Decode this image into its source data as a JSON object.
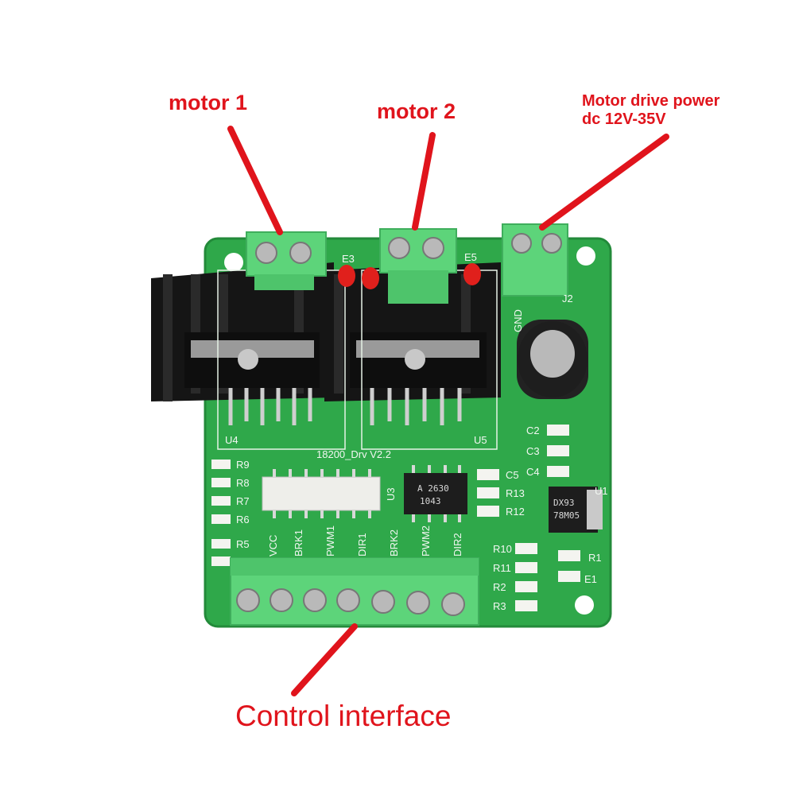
{
  "callouts": {
    "motor1": "motor 1",
    "motor2": "motor 2",
    "power_line1": "Motor drive power",
    "power_line2": "dc 12V-35V",
    "control": "Control interface"
  },
  "board": {
    "version": "18200_Drv V2.2",
    "connector_j2": "J2",
    "gnd": "GND",
    "u4": "U4",
    "u5": "U5",
    "u3": "U3",
    "u1": "U1",
    "e1": "E1",
    "e3": "E3",
    "e5": "E5",
    "pins": [
      "VCC",
      "BRK1",
      "PWM1",
      "DIR1",
      "BRK2",
      "PWM2",
      "DIR2"
    ],
    "resistors_left": [
      "R9",
      "R8",
      "R7",
      "R6",
      "R5"
    ],
    "caps_right": [
      "C2",
      "C3",
      "C4"
    ],
    "mid_labels": [
      "C5",
      "R13",
      "R12"
    ],
    "bottom_right": [
      "R10",
      "R11",
      "R2",
      "R3"
    ],
    "r1": "R1",
    "opto_text_1": "A 2630",
    "opto_text_2": "1043",
    "reg_text_1": "DX93",
    "reg_text_2": "78M05"
  },
  "colors": {
    "callout": "#e0141c",
    "pcb": "#2fa84a",
    "terminal": "#5dd47a",
    "heatsink": "#151515"
  }
}
